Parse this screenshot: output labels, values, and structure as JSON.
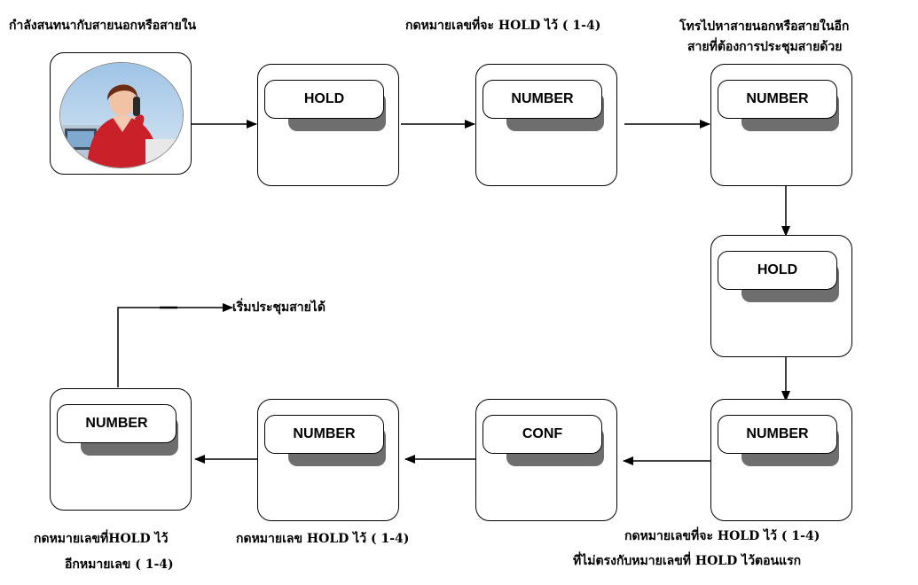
{
  "captions": {
    "c1": "กำลังสนทนากับสายนอกหรือสายใน",
    "c2": "กดหมายเลขที่จะ HOLD ไว้ ( 1-4)",
    "c3a": "โทรไปหาสายนอกหรือสายในอีก",
    "c3b": "สายที่ต้องการประชุมสายด้วย",
    "c4": "เริ่มประชุมสายได้",
    "c5a": "กดหมายเลขที่HOLD ไว้",
    "c5b": "อีกหมายเลข ( 1-4)",
    "c6": "กดหมายเลข HOLD ไว้ ( 1-4)",
    "c7a": "กดหมายเลขที่จะ HOLD ไว้ ( 1-4)",
    "c7b": "ที่ไม่ตรงกับหมายเลขที่ HOLD ไว้ตอนแรก"
  },
  "keys": {
    "k1": "HOLD",
    "k2": "NUMBER",
    "k3": "NUMBER",
    "k4": "HOLD",
    "k5": "NUMBER",
    "k6": "CONF",
    "k7": "NUMBER",
    "k8": "NUMBER"
  }
}
